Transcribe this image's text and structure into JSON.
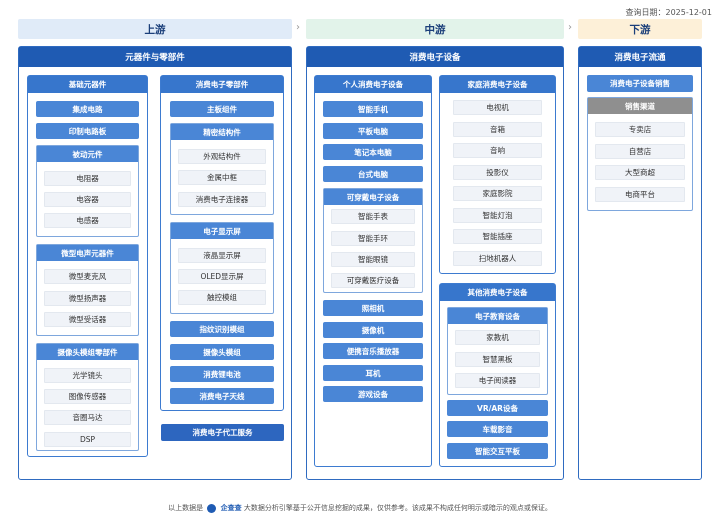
{
  "query_date": "查询日期：2025-12-01",
  "stages": {
    "upstream": "上游",
    "midstream": "中游",
    "downstream": "下游"
  },
  "arrows": {
    "a1": "›",
    "a2": "›"
  },
  "up": {
    "title": "元器件与零部件",
    "basic": {
      "title": "基础元器件",
      "ic": "集成电路",
      "pcb": "印制电路板",
      "passive": {
        "title": "被动元件",
        "items": [
          "电阻器",
          "电容器",
          "电感器"
        ]
      },
      "acoustic": {
        "title": "微型电声元器件",
        "items": [
          "微型麦克风",
          "微型扬声器",
          "微型受话器"
        ]
      },
      "camera": {
        "title": "摄像头模组零部件",
        "items": [
          "光学镜头",
          "图像传感器",
          "音圈马达",
          "DSP"
        ]
      }
    },
    "parts": {
      "title": "消费电子零部件",
      "mainboard": "主板组件",
      "structure": {
        "title": "精密结构件",
        "items": [
          "外观结构件",
          "金属中框",
          "消费电子连接器"
        ]
      },
      "display": {
        "title": "电子显示屏",
        "items": [
          "液晶显示屏",
          "OLED显示屏",
          "触控模组"
        ]
      },
      "fingerprint": "指纹识别模组",
      "camera_module": "摄像头模组",
      "battery": "消费锂电池",
      "antenna": "消费电子天线"
    },
    "oem": "消费电子代工服务"
  },
  "mid": {
    "title": "消费电子设备",
    "personal": {
      "title": "个人消费电子设备",
      "top": [
        "智能手机",
        "平板电脑",
        "笔记本电脑",
        "台式电脑"
      ],
      "wearable": {
        "title": "可穿戴电子设备",
        "items": [
          "智能手表",
          "智能手环",
          "智能眼镜",
          "可穿戴医疗设备"
        ]
      },
      "bottom": [
        "照相机",
        "摄像机",
        "便携音乐播放器",
        "耳机",
        "游戏设备"
      ]
    },
    "home": {
      "title": "家庭消费电子设备",
      "items": [
        "电视机",
        "音箱",
        "音响",
        "投影仪",
        "家庭影院",
        "智能灯泡",
        "智能插座",
        "扫地机器人"
      ]
    },
    "other": {
      "title": "其他消费电子设备",
      "edu": {
        "title": "电子教育设备",
        "items": [
          "家教机",
          "智慧黑板",
          "电子阅读器"
        ]
      },
      "bars": [
        "VR/AR设备",
        "车载影音",
        "智能交互平板"
      ]
    }
  },
  "down": {
    "title": "消费电子流通",
    "sales": "消费电子设备销售",
    "channel": {
      "title": "销售渠道",
      "items": [
        "专卖店",
        "自营店",
        "大型商超",
        "电商平台"
      ]
    }
  },
  "footer": {
    "prefix": "以上数据是",
    "brand": "企查查",
    "text": "大数据分析引擎基于公开信息挖掘的成果，仅供参考。该成果不构成任何明示或暗示的观点或保证。"
  }
}
